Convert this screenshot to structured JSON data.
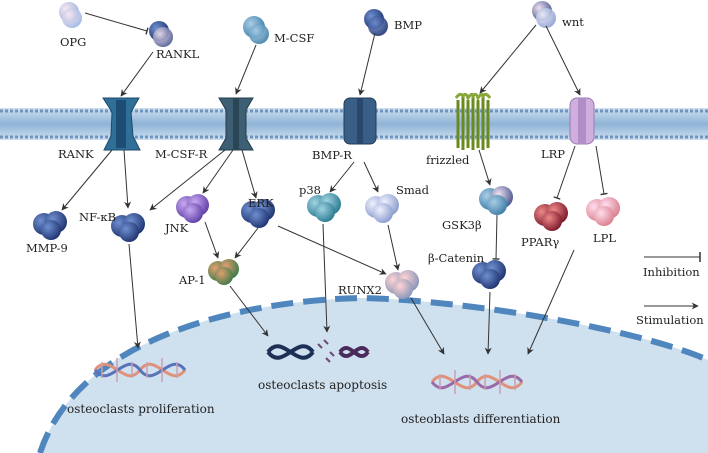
{
  "ligands": {
    "opg": "OPG",
    "rankl": "RANKL",
    "mcsf": "M-CSF",
    "bmp": "BMP",
    "wnt": "wnt"
  },
  "receptors": {
    "rank": "RANK",
    "mcsfr": "M-CSF-R",
    "bmpr": "BMP-R",
    "frizzled": "frizzled",
    "lrp": "LRP"
  },
  "signaling": {
    "mmp9": "MMP-9",
    "nfkb": "NF-κB",
    "jnk": "JNK",
    "erk": "ERK",
    "ap1": "AP-1",
    "p38": "p38",
    "smad": "Smad",
    "runx2": "RUNX2",
    "gsk3b": "GSK3β",
    "bcatenin": "β-Catenin",
    "pparg": "PPARγ",
    "lpl": "LPL"
  },
  "outcomes": {
    "proliferation": "osteoclasts proliferation",
    "apoptosis": "osteoclasts apoptosis",
    "differentiation": "osteoblasts differentiation"
  },
  "legend": {
    "inhibition": "Inhibition",
    "stimulation": "Stimulation"
  },
  "colors": {
    "membrane": "#8fb3d6",
    "nucleus": "#cfe0ee",
    "nuclear_envelope": "#4f86bd",
    "receptor": "#335f83",
    "frizzled": "#7d9a2f",
    "lrp": "#c9a8d6"
  }
}
